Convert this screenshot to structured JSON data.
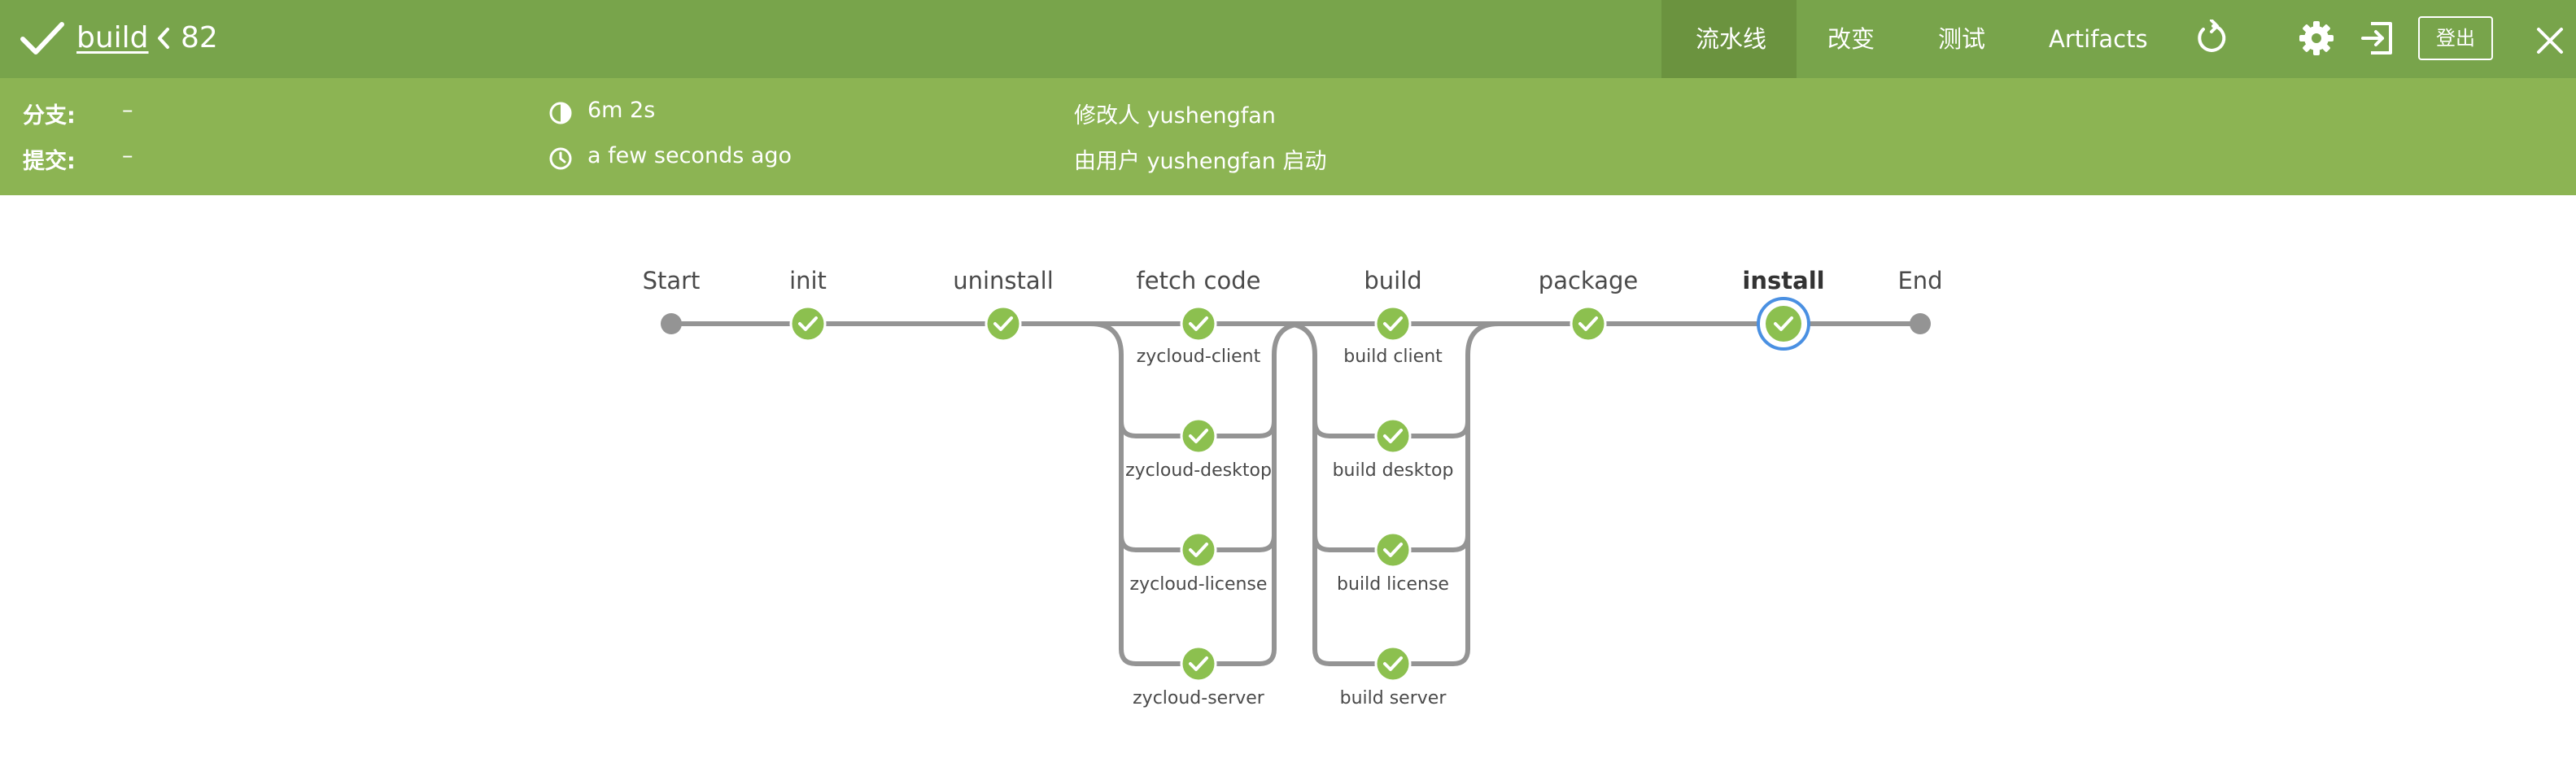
{
  "header": {
    "job_name": "build",
    "run_number": "82",
    "tabs": [
      "流水线",
      "改变",
      "测试",
      "Artifacts"
    ],
    "active_tab": "流水线",
    "logout_label": "登出"
  },
  "info": {
    "branch_label": "分支:",
    "branch_value": "–",
    "commit_label": "提交:",
    "commit_value": "–",
    "duration": "6m 2s",
    "time_ago": "a few seconds ago",
    "changed_by": "修改人 yushengfan",
    "started_by": "由用户 yushengfan 启动"
  },
  "pipeline": {
    "stages": [
      {
        "name": "Start",
        "status": "start"
      },
      {
        "name": "init",
        "status": "success"
      },
      {
        "name": "uninstall",
        "status": "success"
      },
      {
        "name": "fetch code",
        "status": "success",
        "branches": [
          "zycloud-client",
          "zycloud-desktop",
          "zycloud-license",
          "zycloud-server"
        ]
      },
      {
        "name": "build",
        "status": "success",
        "branches": [
          "build client",
          "build desktop",
          "build license",
          "build server"
        ]
      },
      {
        "name": "package",
        "status": "success"
      },
      {
        "name": "install",
        "status": "success",
        "selected": true
      },
      {
        "name": "End",
        "status": "end"
      }
    ]
  },
  "colors": {
    "header_bg": "#78a44b",
    "active_tab_bg": "#6b933f",
    "info_bg": "#8cb453",
    "success": "#8cc04f",
    "connector": "#949494",
    "selected_ring": "#4a90e2"
  },
  "icons": {
    "status": "check-icon",
    "back": "chevron-left-icon",
    "duration": "half-clock-icon",
    "time": "clock-icon",
    "replay": "replay-icon",
    "settings": "gear-icon",
    "exit": "exit-icon",
    "close": "close-icon"
  }
}
